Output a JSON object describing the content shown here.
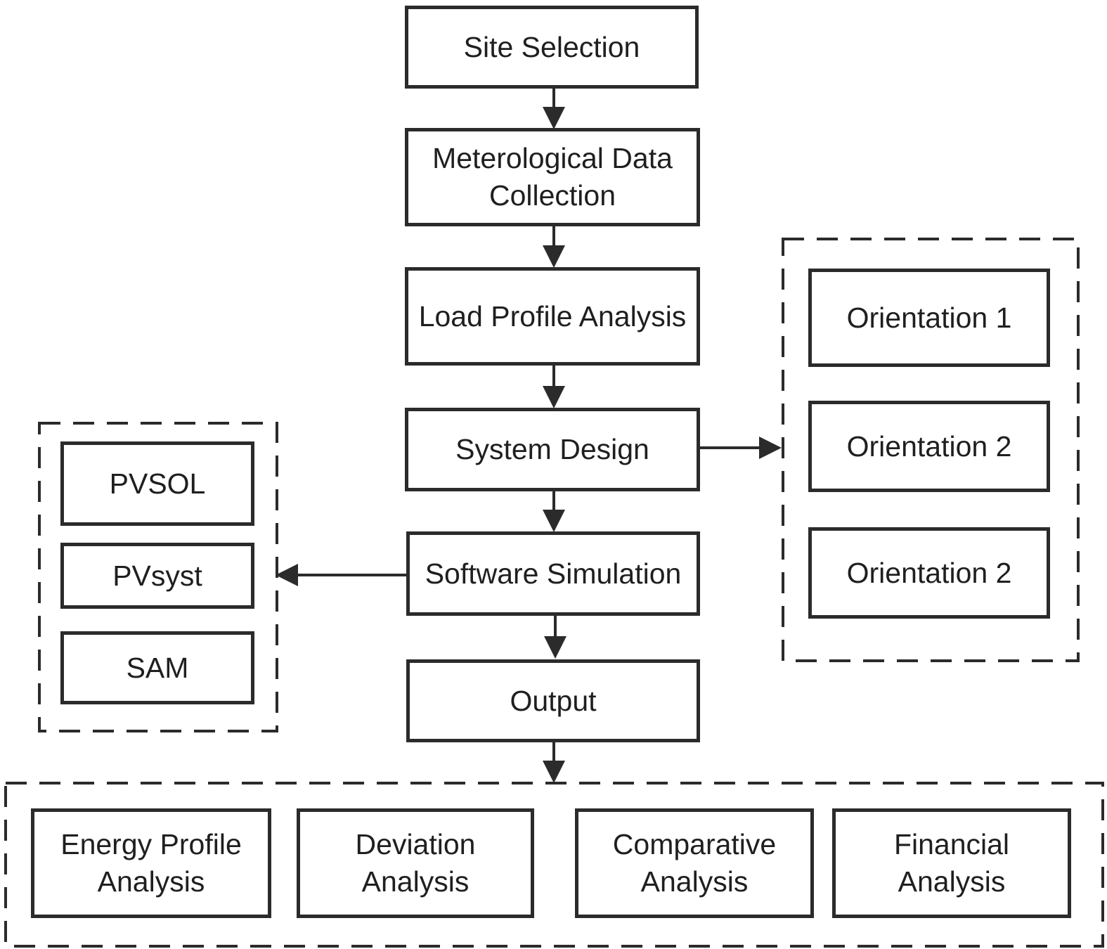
{
  "colors": {
    "stroke": "#2b2b2b",
    "text": "#1f1f1f",
    "background": "#ffffff"
  },
  "main_flow": {
    "site_selection": "Site Selection",
    "meteorological_data": "Meterological Data\nCollection",
    "load_profile": "Load Profile Analysis",
    "system_design": "System Design",
    "software_simulation": "Software Simulation",
    "output": "Output"
  },
  "orientations": [
    "Orientation 1",
    "Orientation 2",
    "Orientation 2"
  ],
  "software_tools": [
    "PVSOL",
    "PVsyst",
    "SAM"
  ],
  "analyses": [
    "Energy Profile\nAnalysis",
    "Deviation\nAnalysis",
    "Comparative\nAnalysis",
    "Financial\nAnalysis"
  ]
}
